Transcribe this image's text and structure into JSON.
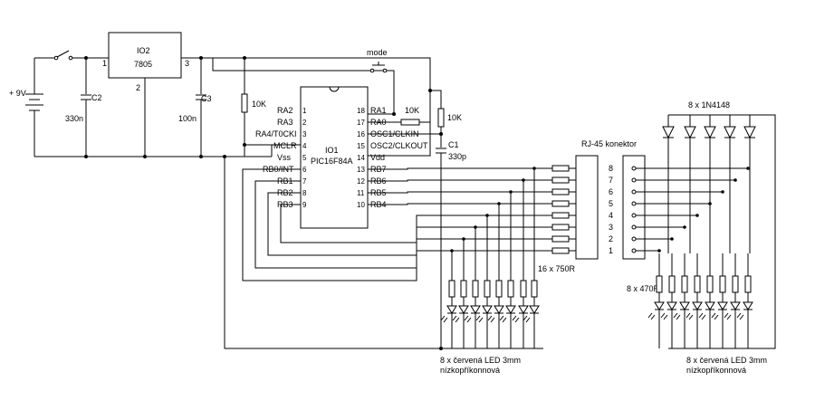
{
  "regulator": {
    "name": "IO2",
    "part": "7805",
    "pin_in": "1",
    "pin_gnd": "2",
    "pin_out": "3"
  },
  "battery": {
    "label": "+ 9V"
  },
  "capacitors": {
    "c2": {
      "name": "C2",
      "value": "330n"
    },
    "c3": {
      "name": "C3",
      "value": "100n"
    },
    "c1": {
      "name": "C1",
      "value": "330p"
    }
  },
  "resistors": {
    "mclr_pullup": "10K",
    "ra1_series": "10K",
    "osc_pullup": "10K"
  },
  "mode_switch": {
    "label": "mode"
  },
  "mcu": {
    "name": "IO1",
    "part": "PIC16F84A",
    "left_pins": [
      {
        "num": "1",
        "name": "RA2"
      },
      {
        "num": "2",
        "name": "RA3"
      },
      {
        "num": "3",
        "name": "RA4/T0CKI"
      },
      {
        "num": "4",
        "name": "MCLR"
      },
      {
        "num": "5",
        "name": "Vss"
      },
      {
        "num": "6",
        "name": "RB0/INT"
      },
      {
        "num": "7",
        "name": "RB1"
      },
      {
        "num": "8",
        "name": "RB2"
      },
      {
        "num": "9",
        "name": "RB3"
      }
    ],
    "right_pins": [
      {
        "num": "18",
        "name": "RA1"
      },
      {
        "num": "17",
        "name": "RA0"
      },
      {
        "num": "16",
        "name": "OSC1/CLKIN"
      },
      {
        "num": "15",
        "name": "OSC2/CLKOUT"
      },
      {
        "num": "14",
        "name": "Vdd"
      },
      {
        "num": "13",
        "name": "RB7"
      },
      {
        "num": "12",
        "name": "RB6"
      },
      {
        "num": "11",
        "name": "RB5"
      },
      {
        "num": "10",
        "name": "RB4"
      }
    ]
  },
  "connector": {
    "label": "RJ-45 konektor",
    "left_pins": [
      "8",
      "7",
      "6",
      "5",
      "4",
      "3",
      "2",
      "1"
    ],
    "right_pins": [
      "8",
      "7",
      "6",
      "5",
      "4",
      "3",
      "2",
      "1"
    ]
  },
  "resistor_array_series": {
    "label": "16 x 750R"
  },
  "resistor_array_remote": {
    "label": "8 x 470R"
  },
  "diodes": {
    "label": "8 x 1N4148"
  },
  "leds_local": {
    "line1": "8 x červená LED 3mm",
    "line2": "nízkopříkonnová"
  },
  "leds_remote": {
    "line1": "8 x červená LED 3mm",
    "line2": "nízkopříkonnová"
  }
}
